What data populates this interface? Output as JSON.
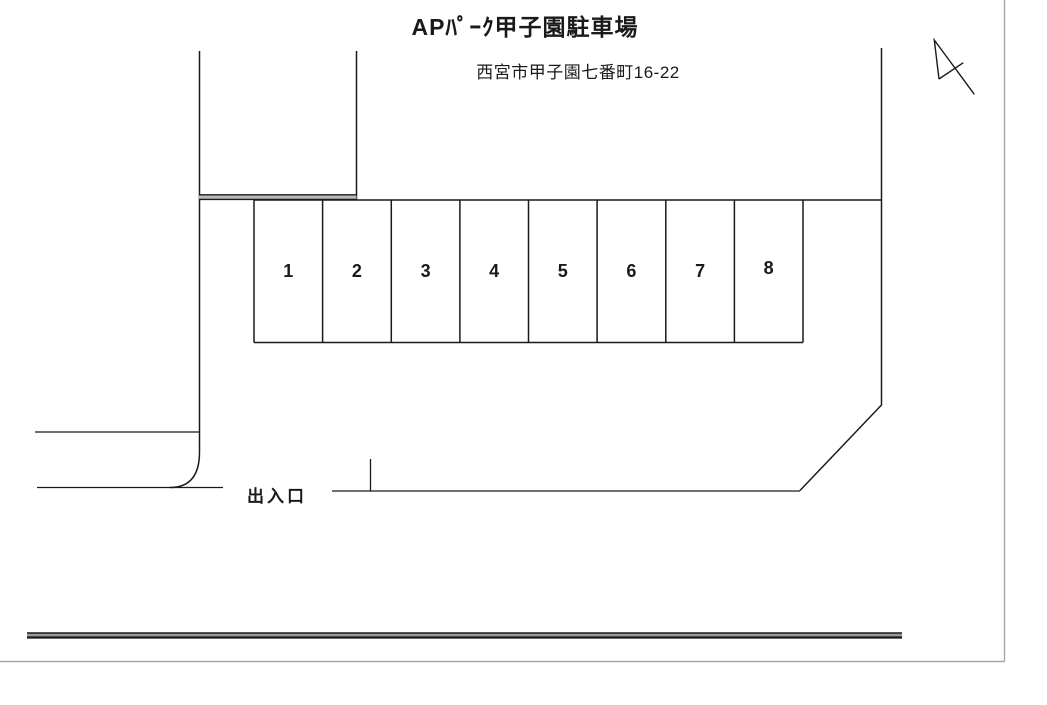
{
  "diagram": {
    "title": "APﾊﾟｰｸ甲子園駐車場",
    "address": "西宮市甲子園七番町16-22",
    "entrance_label": "出入口",
    "spaces": [
      {
        "number": "1"
      },
      {
        "number": "2"
      },
      {
        "number": "3"
      },
      {
        "number": "4"
      },
      {
        "number": "5"
      },
      {
        "number": "6"
      },
      {
        "number": "7"
      },
      {
        "number": "8"
      }
    ],
    "icons": {
      "north_arrow": "north-arrow-icon"
    },
    "colors": {
      "line": "#1a1a1a",
      "wall_fill": "#b8b8b8",
      "bottom_band_fill": "#9a9a9a",
      "page_frame": "#a6a6a6",
      "background": "#ffffff"
    }
  }
}
